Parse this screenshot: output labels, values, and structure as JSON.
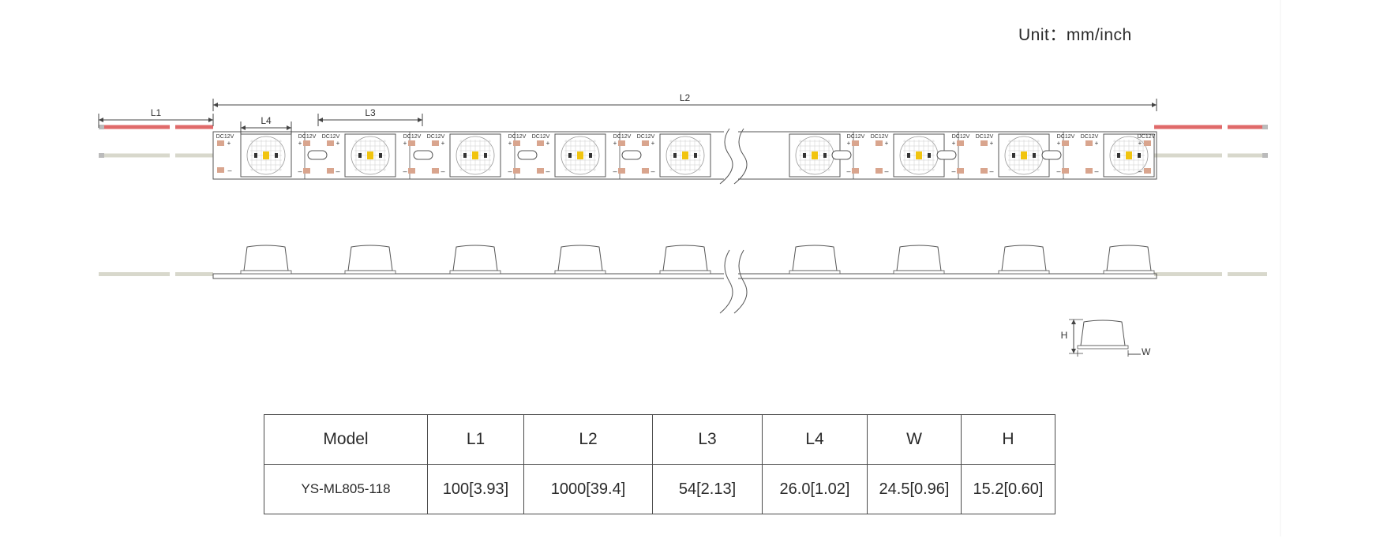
{
  "unit_label": "Unit：mm/inch",
  "dimension_labels": {
    "l1": "L1",
    "l2": "L2",
    "l3": "L3",
    "l4": "L4",
    "h": "H",
    "w": "W"
  },
  "strip": {
    "voltage_label": "DC12V",
    "plus_sign": "+",
    "minus_sign": "–",
    "colors": {
      "red_wire": "#e06a6a",
      "white_wire": "#d8d8cc",
      "pad": "#d9a58e",
      "chip": "#f1c40f",
      "outline": "#555555"
    }
  },
  "table": {
    "headers": [
      "Model",
      "L1",
      "L2",
      "L3",
      "L4",
      "W",
      "H"
    ],
    "rows": [
      [
        "YS-ML805-118",
        "100[3.93]",
        "1000[39.4]",
        "54[2.13]",
        "26.0[1.02]",
        "24.5[0.96]",
        "15.2[0.60]"
      ]
    ]
  }
}
